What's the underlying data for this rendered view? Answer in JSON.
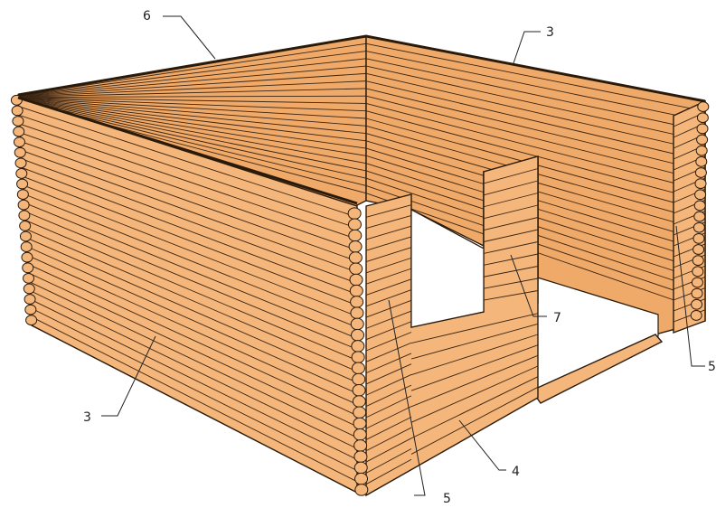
{
  "colors": {
    "wood": "#F4B67A",
    "wood_inner": "#EFA968",
    "outline": "#2A1A0A",
    "log_line": "#3A2412",
    "floor": "#FFFFFF",
    "label": "#222222"
  },
  "labels": {
    "top_left": "6",
    "top_right": "3",
    "left_wall": "3",
    "front_post_inner": "5",
    "front_bottom": "4",
    "partition": "7",
    "right_edge": "5"
  }
}
